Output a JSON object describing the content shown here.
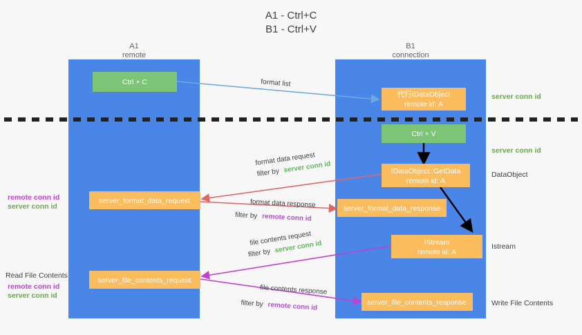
{
  "title": {
    "line1": "A1 - Ctrl+C",
    "line2": "B1 - Ctrl+V"
  },
  "lanes": [
    {
      "id": "a1",
      "name": "A1",
      "sub": "remote"
    },
    {
      "id": "b1",
      "name": "B1",
      "sub": "connection"
    }
  ],
  "nodes": {
    "ctrl_c": "Ctrl + C",
    "ctrl_v": "Ctrl + V",
    "proxy_dataobject_l1": "代行IDataObject",
    "proxy_dataobject_l2": "remote id: A",
    "getdata_l1": "IDataObject::GetData",
    "getdata_l2": "remote id: A",
    "istream_l1": "IStream",
    "istream_l2": "remote id: A",
    "server_format_data_request": "server_format_data_request",
    "server_format_data_response": "server_format_data_response",
    "server_file_contents_request": "server_file_contents_request",
    "server_file_contents_response": "server_file_contents_response"
  },
  "edges": {
    "format_list": "format list",
    "format_data_request": "format data request",
    "format_data_response": "format data response",
    "file_contents_request": "file contents request",
    "file_contents_response": "file contents response",
    "filter_by": "filter by",
    "server_conn_id": "server conn id",
    "remote_conn_id": "remote conn id"
  },
  "side_labels": {
    "right_top_conn": "server conn id",
    "right_second_conn": "server conn id",
    "right_dataobject": "DataObject",
    "right_istream": "Istream",
    "right_write_file": "Write File Contents",
    "left_read_file": "Read File Contents",
    "left_remote_conn": "remote conn id",
    "left_server_conn": "server conn id",
    "left2_remote_conn": "remote conn id",
    "left2_server_conn": "server conn id"
  },
  "colors": {
    "lane": "#4a86e8",
    "orange": "#fbbc5e",
    "green_box": "#7cc576",
    "green_text": "#6aa84f",
    "purple_text": "#c040d0",
    "arrow_blue": "#6fa8dc",
    "arrow_red": "#e06666",
    "arrow_magenta": "#c040d0",
    "arrow_black": "#000000",
    "divider": "#222222",
    "background": "#f7f7f7"
  }
}
